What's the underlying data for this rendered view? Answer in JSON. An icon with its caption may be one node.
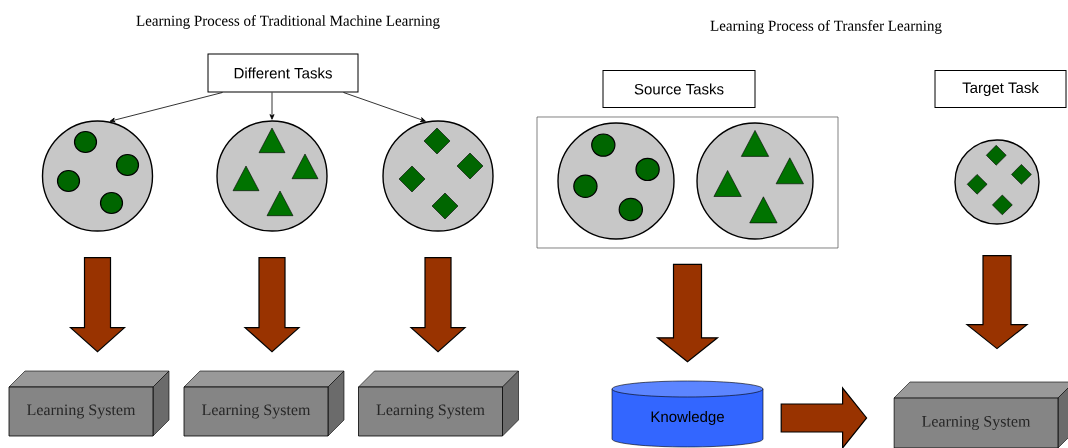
{
  "diagram": {
    "nodes": [
      {
        "text": [
          "Different Tasks"
        ]
      },
      {
        "text": [],
        "shape": "circle"
      },
      {
        "text": [],
        "shape": "circle"
      },
      {
        "text": [],
        "shape": "circle"
      },
      {
        "text": [
          "Learning System"
        ]
      },
      {
        "text": [
          "Learning System"
        ]
      },
      {
        "text": [
          "Learning System"
        ]
      },
      {
        "text": [
          "Source Tasks"
        ]
      },
      {
        "text": [],
        "shape": "box"
      },
      {
        "text": [],
        "shape": "circle",
        "in": 8
      },
      {
        "text": [],
        "shape": "circle",
        "in": 8
      },
      {
        "text": [
          "Target Task"
        ]
      },
      {
        "text": [],
        "shape": "circle"
      },
      {
        "text": [
          "Knowledge"
        ]
      },
      {
        "text": [
          "Learning System"
        ]
      }
    ],
    "edges": [
      {
        "from": 0,
        "to": 1,
        "arrow": "to"
      },
      {
        "from": 0,
        "to": 2,
        "arrow": "to"
      },
      {
        "from": 0,
        "to": 3,
        "arrow": "to"
      },
      {
        "from": 1,
        "to": 4,
        "arrow": "to",
        "style": "thick",
        "color": "#993300"
      },
      {
        "from": 2,
        "to": 5,
        "arrow": "to",
        "style": "thick",
        "color": "#993300"
      },
      {
        "from": 3,
        "to": 6,
        "arrow": "to",
        "style": "thick",
        "color": "#993300"
      },
      {
        "from": 8,
        "to": 13,
        "arrow": "to",
        "style": "thick",
        "color": "#993300"
      },
      {
        "from": 12,
        "to": 14,
        "arrow": "to",
        "style": "thick",
        "color": "#993300"
      },
      {
        "from": 13,
        "to": 14,
        "arrow": "to",
        "style": "thick",
        "color": "#993300"
      }
    ],
    "labels": [
      "Learning Process of Traditional Machine Learning",
      "Learning Process of Transfer Learning"
    ]
  }
}
